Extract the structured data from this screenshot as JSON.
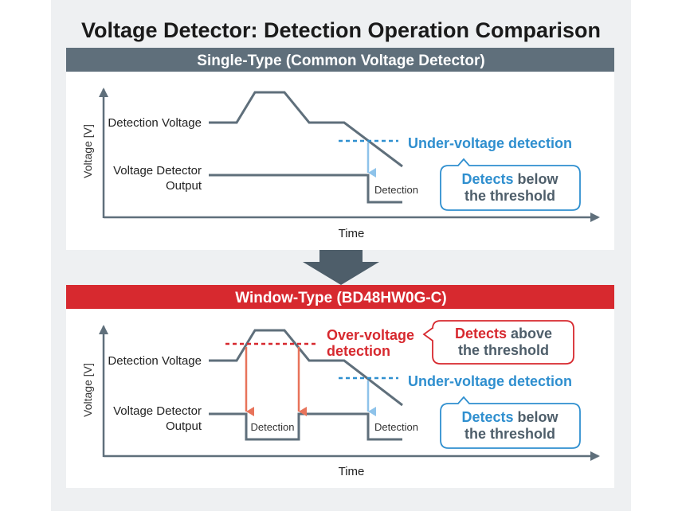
{
  "title": "Voltage Detector: Detection Operation Comparison",
  "panels": {
    "single": {
      "header": "Single-Type (Common Voltage Detector)",
      "y_axis_label": "Voltage [V]",
      "x_axis_label": "Time",
      "detection_voltage_label": "Detection Voltage",
      "output_label_line1": "Voltage Detector",
      "output_label_line2": "Output",
      "under_voltage_label": "Under-voltage detection",
      "detection_label": "Detection",
      "callout": {
        "bold": "Detects",
        "rest": " below",
        "line2": "the threshold"
      }
    },
    "window": {
      "header": "Window-Type (BD48HW0G-C)",
      "y_axis_label": "Voltage [V]",
      "x_axis_label": "Time",
      "detection_voltage_label": "Detection Voltage",
      "output_label_line1": "Voltage Detector",
      "output_label_line2": "Output",
      "over_voltage_line1": "Over-voltage",
      "over_voltage_line2": "detection",
      "under_voltage_label": "Under-voltage detection",
      "detection_label_left": "Detection",
      "detection_label_right": "Detection",
      "callout_over": {
        "bold": "Detects",
        "rest": " above",
        "line2": "the threshold"
      },
      "callout_under": {
        "bold": "Detects",
        "rest": " below",
        "line2": "the threshold"
      }
    }
  },
  "colors": {
    "panel_background": "#eef0f2",
    "single_header": "#5f6f7b",
    "window_header": "#d7292f",
    "signal_line": "#5f6f7b",
    "under_voltage_blue": "#2f8fcf",
    "over_voltage_red": "#d7292f",
    "transition_arrow_orange": "#e8735a",
    "down_arrow": "#4e5e6a"
  }
}
